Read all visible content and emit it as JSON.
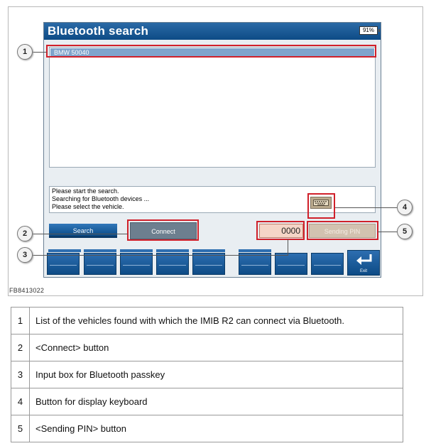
{
  "window": {
    "title": "Bluetooth search",
    "battery": "91%"
  },
  "vehicle_list": {
    "items": [
      "BMW 50040"
    ]
  },
  "status": {
    "lines": [
      "Please start the search.",
      "Searching for Bluetooth devices ...",
      "Please select the vehicle."
    ]
  },
  "keyboard_button": {
    "icon": "keyboard-icon"
  },
  "buttons": {
    "search": "Search",
    "connect": "Connect",
    "send_pin": "Sending PIN"
  },
  "pin_input": {
    "value": "0000"
  },
  "function_bar": {
    "exit_label": "Exit",
    "exit_icon": "return-arrow-icon"
  },
  "callouts": [
    "1",
    "2",
    "3",
    "4",
    "5"
  ],
  "figure_code": "FB8413022",
  "legend": [
    {
      "num": "1",
      "text": "List of the vehicles found with which the IMIB R2 can connect via Bluetooth."
    },
    {
      "num": "2",
      "text": "<Connect> button"
    },
    {
      "num": "3",
      "text": "Input box for Bluetooth passkey"
    },
    {
      "num": "4",
      "text": "Button for display keyboard"
    },
    {
      "num": "5",
      "text": "<Sending PIN> button"
    }
  ],
  "colors": {
    "title_bar": "#0d4b86",
    "highlight": "#d0202a",
    "selection": "#7fa4cc"
  }
}
